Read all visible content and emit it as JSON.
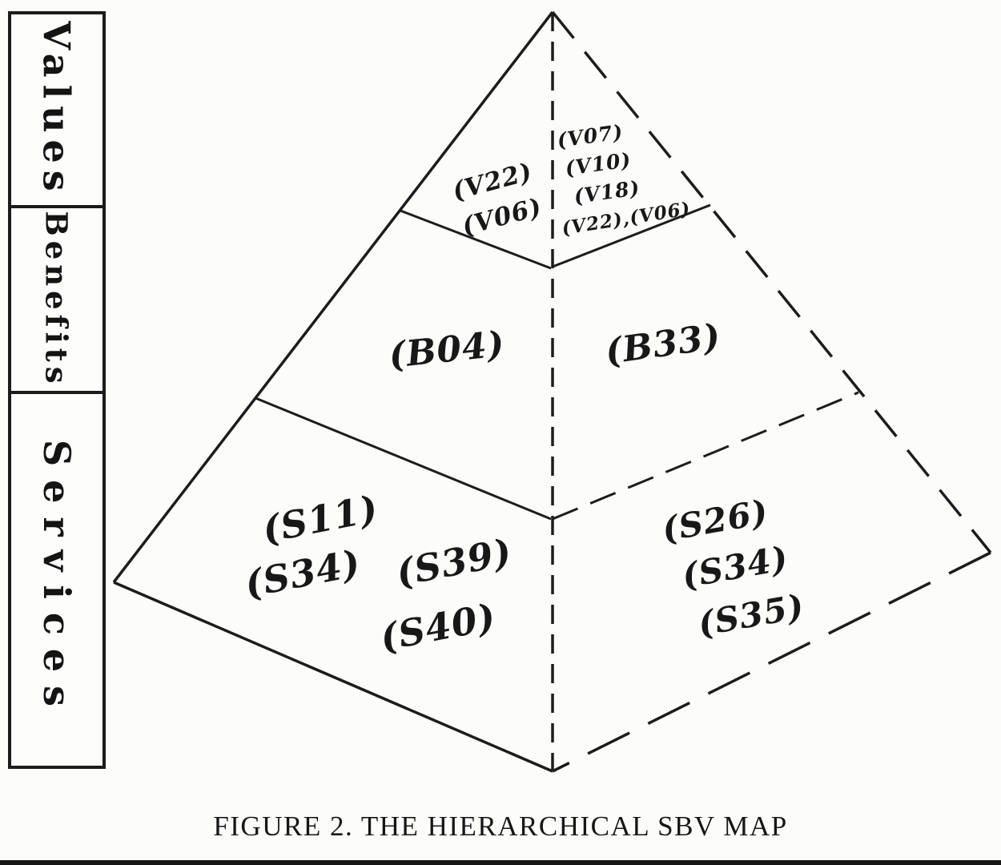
{
  "figure": {
    "caption": "FIGURE 2. THE HIERARCHICAL SBV MAP"
  },
  "legend": {
    "items": [
      {
        "label": "Values"
      },
      {
        "label": "Benefits"
      },
      {
        "label": "Services"
      }
    ]
  },
  "pyramid": {
    "front_face": {
      "values": [
        "(V22)",
        "(V06)"
      ],
      "benefits": [
        "(B04)"
      ],
      "services": [
        "(S11)",
        "(S34)",
        "(S39)",
        "(S40)"
      ]
    },
    "right_face": {
      "values": [
        "(V07)",
        "(V10)",
        "(V18)",
        "(V22),(V06)"
      ],
      "benefits": [
        "(B33)"
      ],
      "services": [
        "(S26)",
        "(S34)",
        "(S35)"
      ]
    }
  },
  "colors": {
    "ink": "#1c1c1c",
    "paper": "#fcfcfa"
  }
}
